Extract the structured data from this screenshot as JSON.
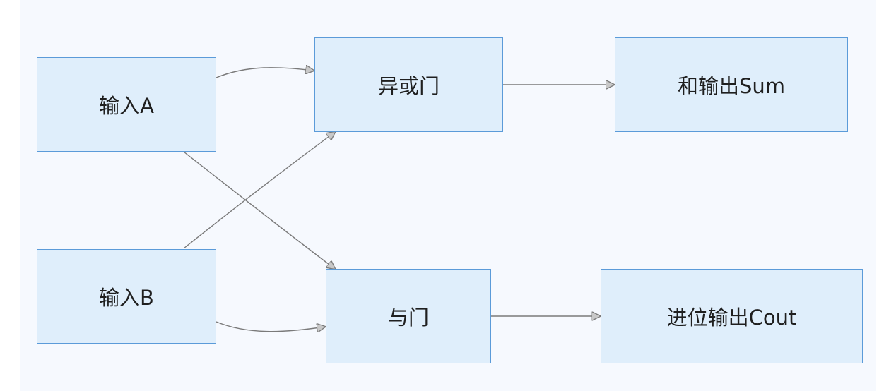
{
  "diagram": {
    "nodes": {
      "input_a": "输入A",
      "input_b": "输入B",
      "xor_gate": "异或门",
      "and_gate": "与门",
      "sum_output": "和输出Sum",
      "carry_output": "进位输出Cout"
    },
    "edges": [
      {
        "from": "input_a",
        "to": "xor_gate"
      },
      {
        "from": "input_a",
        "to": "and_gate"
      },
      {
        "from": "input_b",
        "to": "xor_gate"
      },
      {
        "from": "input_b",
        "to": "and_gate"
      },
      {
        "from": "xor_gate",
        "to": "sum_output"
      },
      {
        "from": "and_gate",
        "to": "carry_output"
      }
    ]
  },
  "colors": {
    "node_fill": "#dfeefb",
    "node_border": "#5b9bd9",
    "edge": "#7a7a7a",
    "arrow_fill": "#c8c8c8",
    "background": "#f6f9fe"
  }
}
